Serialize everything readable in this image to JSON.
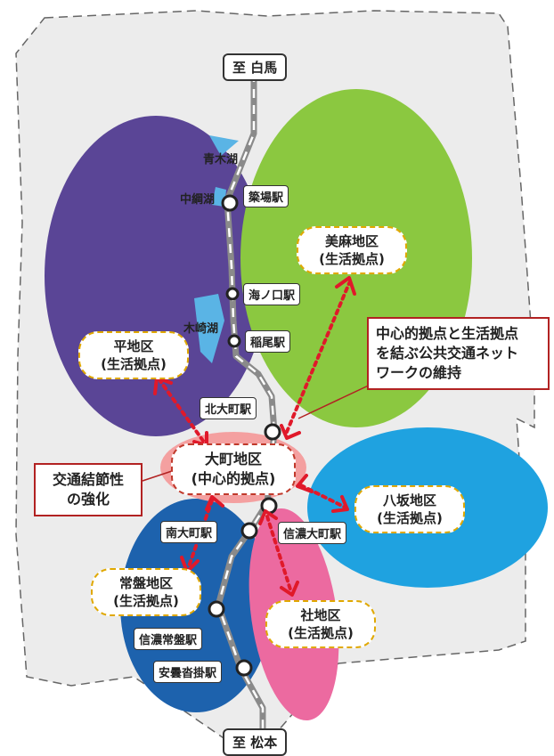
{
  "terminals": {
    "north": "至 白馬",
    "south": "至 松本"
  },
  "lakes": [
    "青木湖",
    "中綱湖",
    "木崎湖"
  ],
  "stations": [
    "簗場駅",
    "海ノ口駅",
    "稲尾駅",
    "北大町駅",
    "南大町駅",
    "信濃大町駅",
    "信濃常盤駅",
    "安曇沓掛駅"
  ],
  "districts": {
    "omi": {
      "line1": "美麻地区",
      "line2": "(生活拠点)"
    },
    "taira": {
      "line1": "平地区",
      "line2": "(生活拠点)"
    },
    "omachi": {
      "line1": "大町地区",
      "line2": "(中心的拠点)"
    },
    "yasaka": {
      "line1": "八坂地区",
      "line2": "(生活拠点)"
    },
    "tokiwa": {
      "line1": "常盤地区",
      "line2": "(生活拠点)"
    },
    "yashiro": {
      "line1": "社地区",
      "line2": "(生活拠点)"
    }
  },
  "callouts": {
    "network": [
      "中心的拠点と生活拠点",
      "を結ぶ公共交通ネット",
      "ワークの維持"
    ],
    "node": [
      "交通結節性",
      "の強化"
    ]
  },
  "colors": {
    "north_zone": "#5a4596",
    "east_zone": "#8bc840",
    "yasaka_zone": "#1fa2e0",
    "tokiwa_zone": "#1d62ad",
    "yashiro_zone": "#ec6aa0",
    "center_zone": "#f4a0a0",
    "arrow": "#e0192a",
    "lake": "#5ab4e5",
    "rail": "#8a8a8a"
  }
}
